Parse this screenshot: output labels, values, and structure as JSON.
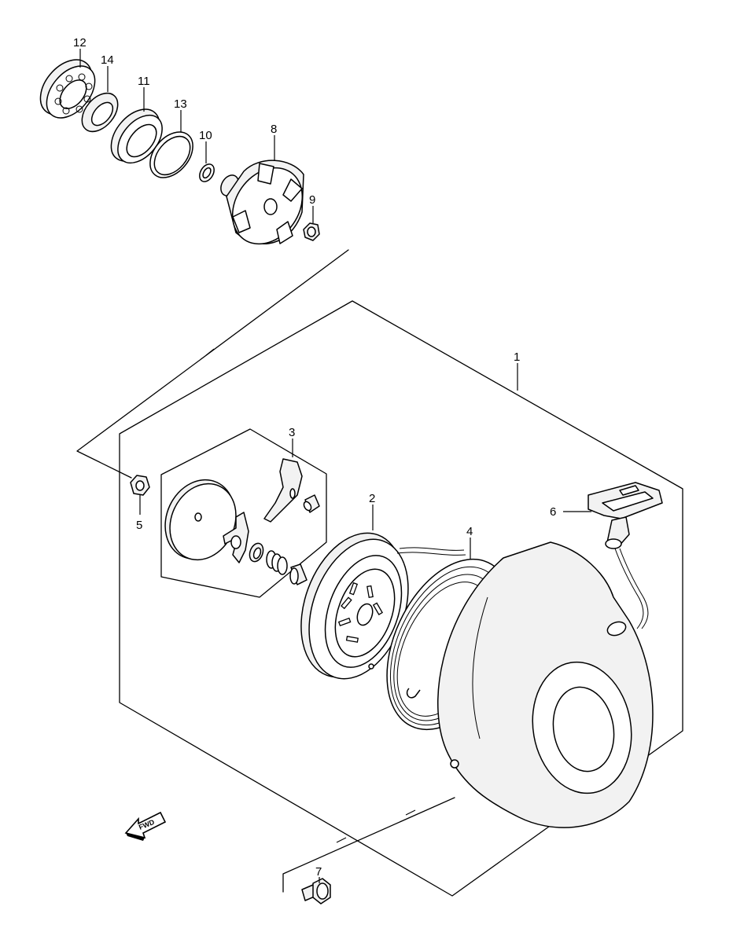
{
  "callouts": {
    "c1": "1",
    "c2": "2",
    "c3": "3",
    "c4": "4",
    "c5": "5",
    "c6": "6",
    "c7": "7",
    "c8": "8",
    "c9": "9",
    "c10": "10",
    "c11": "11",
    "c12": "12",
    "c13": "13",
    "c14": "14"
  },
  "direction_label": "FWD"
}
